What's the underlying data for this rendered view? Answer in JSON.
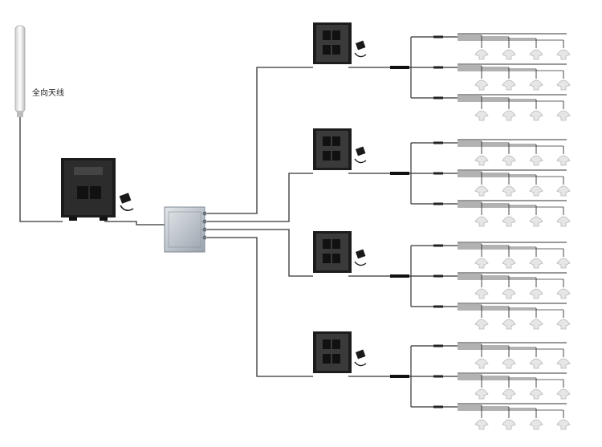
{
  "labels": {
    "omni_antenna": "全向天线"
  },
  "colors": {
    "line": "#333333",
    "device_body": "#1c1c1c",
    "device_fin": "#3a3a3a",
    "splitter": "#c8ced6",
    "antenna": "#e6e6e6"
  },
  "counts": {
    "branch_repeaters": 4,
    "feeders_per_repeater": 3,
    "ceiling_antennas_per_feeder": 4
  }
}
